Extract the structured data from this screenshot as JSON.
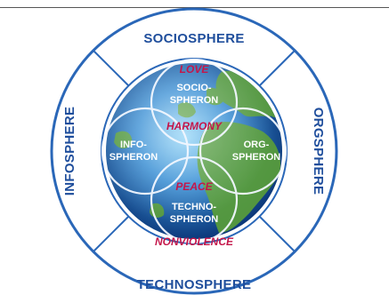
{
  "spheres": {
    "top": "SOCIOSPHERE",
    "left": "INFOSPHERE",
    "right": "ORGSPHERE",
    "bottom": "TECHNOSPHERE"
  },
  "spherons": {
    "socio": [
      "SOCIO-",
      "SPHERON"
    ],
    "info": [
      "INFO-",
      "SPHERON"
    ],
    "org": [
      "ORG-",
      "SPHERON"
    ],
    "techno": [
      "TECHNO-",
      "SPHERON"
    ]
  },
  "values": {
    "love": "LOVE",
    "harmony": "HARMONY",
    "peace": "PEACE",
    "nonviolence": "NONVIOLENCE"
  },
  "colors": {
    "sphere_text": "#1f4e9c",
    "ring_line": "#2a67b8",
    "value_text": "#c4164a",
    "ocean_light": "#7cc6f0",
    "ocean_dark": "#0b3f86",
    "land": "#5a9e3a"
  }
}
